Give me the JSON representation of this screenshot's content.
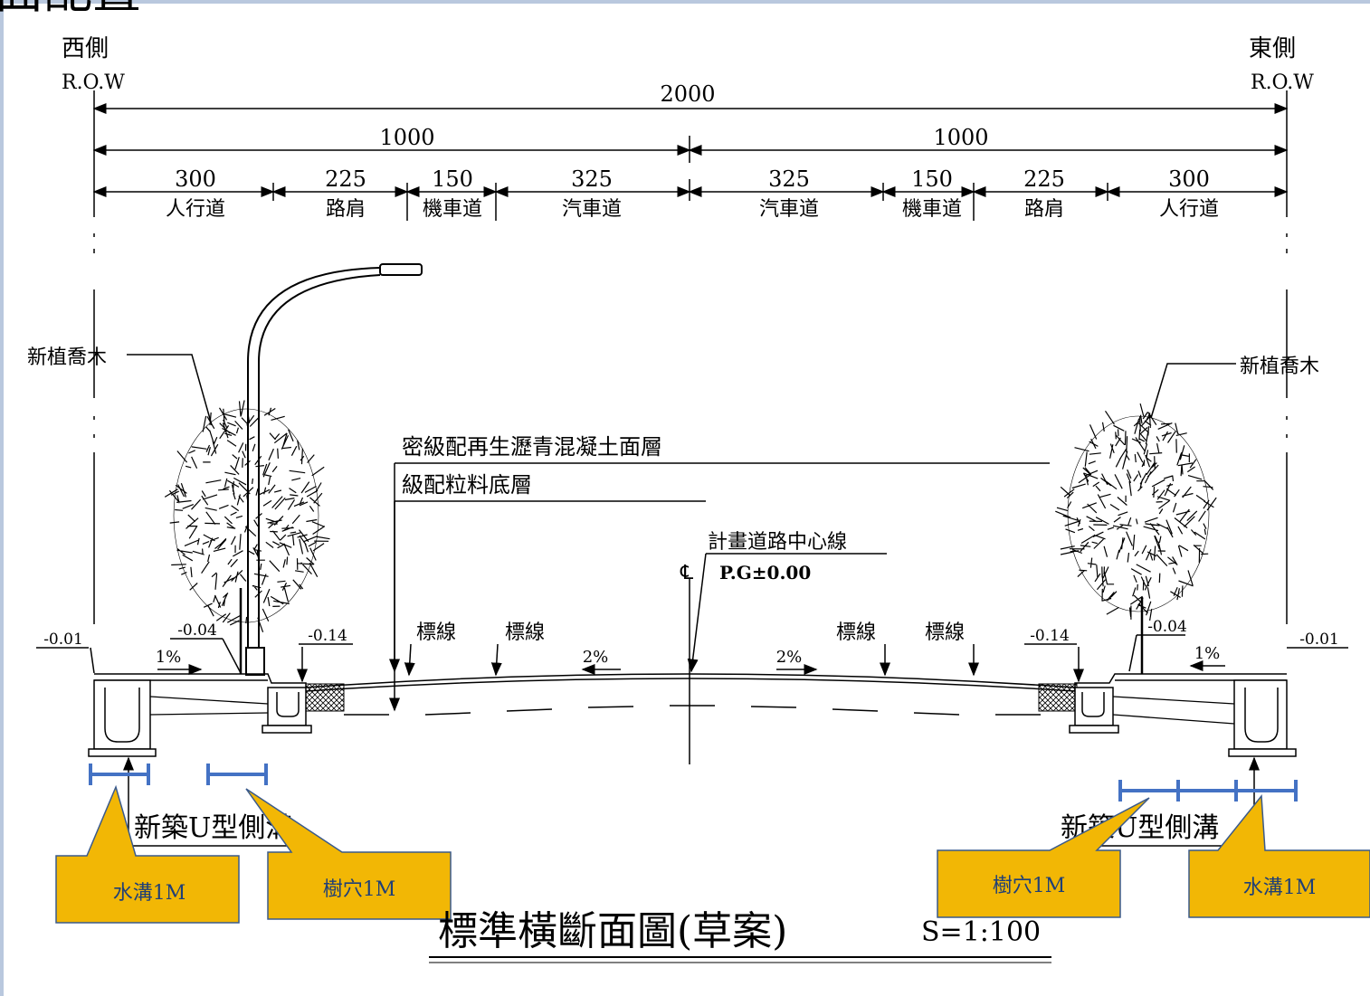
{
  "slide_title_fragment": "道路標準橫斷面配置",
  "west_side": {
    "label": "西側",
    "row": "R.O.W"
  },
  "east_side": {
    "label": "東側",
    "row": "R.O.W"
  },
  "dimensions": {
    "total": "2000",
    "half_west": "1000",
    "half_east": "1000",
    "segments": [
      {
        "value": "300",
        "name": "人行道"
      },
      {
        "value": "225",
        "name": "路肩"
      },
      {
        "value": "150",
        "name": "機車道"
      },
      {
        "value": "325",
        "name": "汽車道"
      },
      {
        "value": "325",
        "name": "汽車道"
      },
      {
        "value": "150",
        "name": "機車道"
      },
      {
        "value": "225",
        "name": "路肩"
      },
      {
        "value": "300",
        "name": "人行道"
      }
    ]
  },
  "annotations": {
    "tree_west": "新植喬木",
    "tree_east": "新植喬木",
    "surface_layer": "密級配再生瀝青混凝土面層",
    "base_layer": "級配粒料底層",
    "centerline": "計畫道路中心線",
    "cl_symbol": "℄",
    "pg": "P.G±0.00",
    "marking_labels": [
      "標線",
      "標線",
      "標線",
      "標線"
    ],
    "elevations": [
      "-0.01",
      "-0.04",
      "-0.14",
      "-0.14",
      "-0.04",
      "-0.01"
    ],
    "slopes": [
      "1%",
      "2%",
      "2%",
      "1%"
    ],
    "gutter_west": "新築U型側溝",
    "gutter_east": "新築U型側溝"
  },
  "callouts": [
    {
      "text": "水溝1M"
    },
    {
      "text": "樹穴1M"
    },
    {
      "text": "樹穴1M"
    },
    {
      "text": "水溝1M"
    }
  ],
  "drawing_title": {
    "main": "標準橫斷面圖(草案)",
    "scale": "S=1:100"
  },
  "colors": {
    "callout_fill": "#f2b705",
    "callout_stroke": "#3a5a8c",
    "callout_text": "#1f3f77",
    "bracket": "#4472c4",
    "frame": "#b9c8de",
    "line": "#000000"
  }
}
